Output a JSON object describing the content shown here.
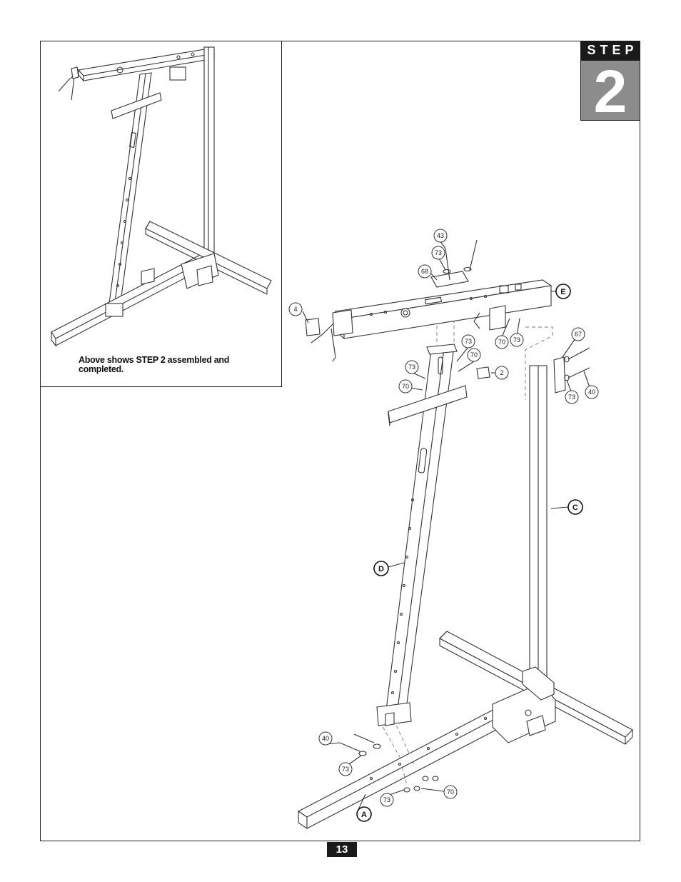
{
  "step_badge": {
    "word": "STEP",
    "number": "2"
  },
  "inset": {
    "caption": "Above shows STEP 2 assembled and completed."
  },
  "page_number": "13",
  "part_labels": {
    "A": "A",
    "C": "C",
    "D": "D",
    "E": "E"
  },
  "callouts": {
    "c43": "43",
    "c73a": "73",
    "c68": "68",
    "c4": "4",
    "c70a": "70",
    "c73b": "73",
    "c73c": "73",
    "c70b": "70",
    "c73d": "73",
    "c70c": "70",
    "c2": "2",
    "c67": "67",
    "c73e": "73",
    "c40a": "40",
    "c40b": "40",
    "c73f": "73",
    "c73g": "73",
    "c70d": "70"
  }
}
